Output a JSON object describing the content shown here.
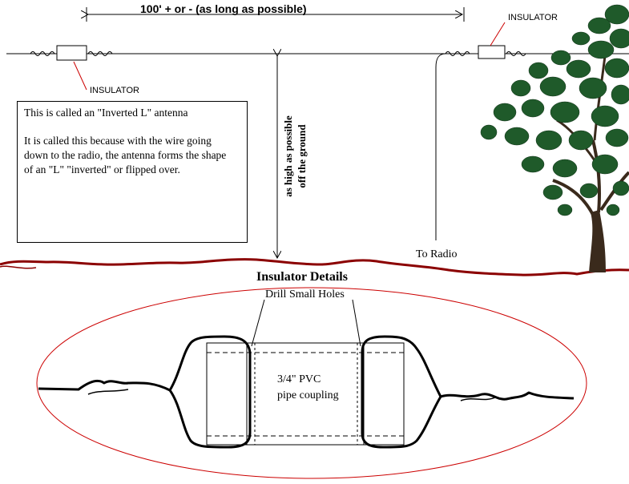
{
  "length_label": "100' + or - (as long as possible)",
  "insulator_label_right": "INSULATOR",
  "insulator_label_left": "INSULATOR",
  "height_label_line1": "as high as possible",
  "height_label_line2": "off the ground",
  "info_box": {
    "title": "This is called an \"Inverted L\" antenna",
    "body": "It is called this because with the wire going down to the radio, the antenna forms the shape of an \"L\" \"inverted\" or flipped over."
  },
  "to_radio_label": "To Radio",
  "details_title": "Insulator Details",
  "drill_label": "Drill Small Holes",
  "pvc_line1": "3/4\" PVC",
  "pvc_line2": "pipe coupling",
  "colors": {
    "ground": "#8b0000",
    "pointer": "#cc0000",
    "ellipse": "#cc0000",
    "tree_leaves": "#1f5a2a",
    "tree_trunk": "#3a2a1c"
  }
}
